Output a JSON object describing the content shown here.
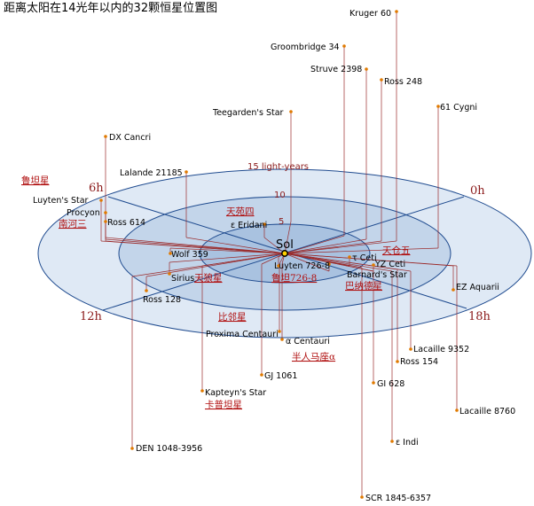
{
  "title": "距离太阳在14光年以内的32颗恒星位置图",
  "center_label": "Sol",
  "rings": [
    {
      "label": "5"
    },
    {
      "label": "10"
    },
    {
      "label": "15 light-years"
    }
  ],
  "hour_labels": [
    "0h",
    "6h",
    "12h",
    "18h"
  ],
  "colors": {
    "ring_outer": "#dfe9f5",
    "ring_mid": "#c3d5ea",
    "ring_inner": "#a9c2e0",
    "ring_stroke": "#1f4b8f",
    "drop_line": "#9b2b2b",
    "star_dot": "#e07a00",
    "chinese_text": "#b01010",
    "hour_text": "#8b1a1a"
  },
  "stars": [
    {
      "name": "Kruger 60"
    },
    {
      "name": "Groombridge 34"
    },
    {
      "name": "Struve 2398"
    },
    {
      "name": "Ross 248"
    },
    {
      "name": "61 Cygni"
    },
    {
      "name": "Teegarden's Star"
    },
    {
      "name": "DX Cancri"
    },
    {
      "name": "Lalande 21185"
    },
    {
      "name": "Luyten's Star"
    },
    {
      "name": "Procyon"
    },
    {
      "name": "Ross 614"
    },
    {
      "name": "ε Eridani"
    },
    {
      "name": "τ Ceti"
    },
    {
      "name": "YZ Ceti"
    },
    {
      "name": "Barnard's Star"
    },
    {
      "name": "Wolf 359"
    },
    {
      "name": "Sirius"
    },
    {
      "name": "Luyten 726-8"
    },
    {
      "name": "EZ Aquarii"
    },
    {
      "name": "Ross 128"
    },
    {
      "name": "Proxima Centauri"
    },
    {
      "name": "α Centauri"
    },
    {
      "name": "Lacaille 9352"
    },
    {
      "name": "Ross 154"
    },
    {
      "name": "GJ 1061"
    },
    {
      "name": "GI 628"
    },
    {
      "name": "Kapteyn's Star"
    },
    {
      "name": "Lacaille 8760"
    },
    {
      "name": "ε Indi"
    },
    {
      "name": "DEN 1048-3956"
    },
    {
      "name": "SCR 1845-6357"
    }
  ],
  "chinese_names": [
    {
      "text": "鲁坦星"
    },
    {
      "text": "南河三"
    },
    {
      "text": "天苑四"
    },
    {
      "text": "天仓五"
    },
    {
      "text": "天狼星"
    },
    {
      "text": "鲁坦726-8"
    },
    {
      "text": "巴纳德星"
    },
    {
      "text": "比邻星"
    },
    {
      "text": "半人马座α"
    },
    {
      "text": "卡普坦星"
    }
  ]
}
